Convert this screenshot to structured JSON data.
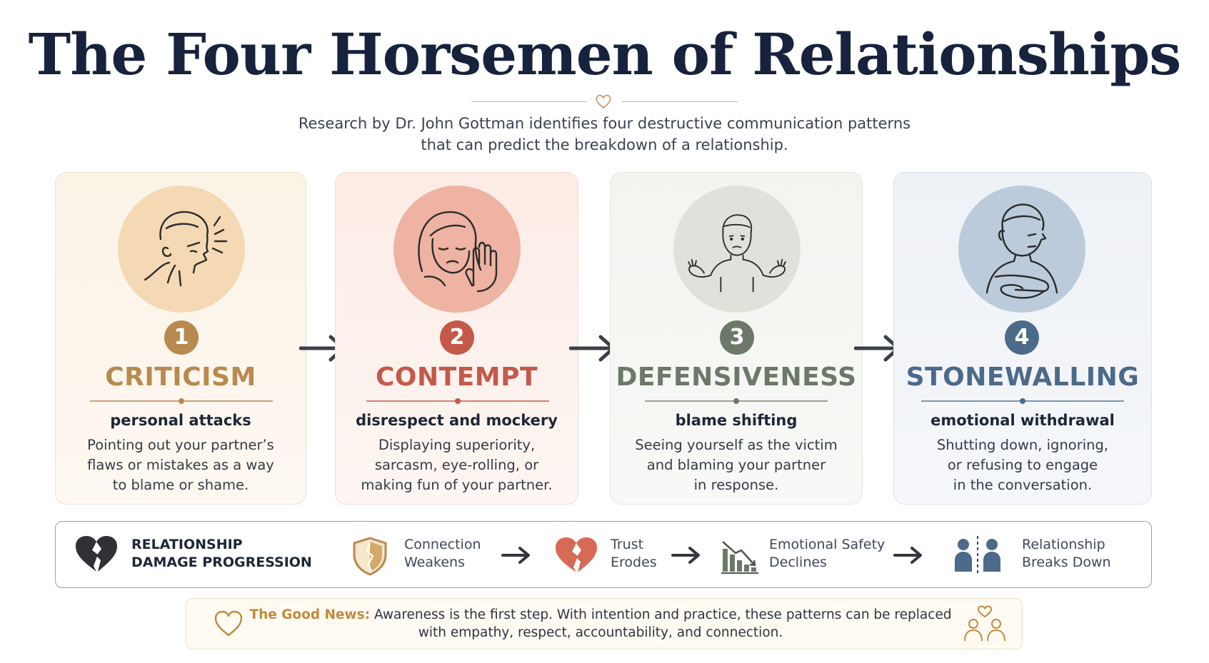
{
  "header": {
    "title": "The Four Horsemen of Relationships",
    "subtitle_line1": "Research by Dr. John Gottman identifies four destructive communication patterns",
    "subtitle_line2": "that can predict the breakdown of a relationship."
  },
  "horsemen": [
    {
      "number": "1",
      "name": "CRITICISM",
      "subtitle": "personal attacks",
      "desc_lines": [
        "Pointing out your partner’s",
        "flaws or mistakes as a way",
        "to blame or shame."
      ],
      "icon": "angry-man-icon",
      "color": "#b88a4f"
    },
    {
      "number": "2",
      "name": "CONTEMPT",
      "subtitle": "disrespect and mockery",
      "desc_lines": [
        "Displaying superiority,",
        "sarcasm, eye-rolling, or",
        "making fun of your partner."
      ],
      "icon": "dismissive-woman-icon",
      "color": "#c4594a"
    },
    {
      "number": "3",
      "name": "DEFENSIVENESS",
      "subtitle": "blame shifting",
      "desc_lines": [
        "Seeing yourself as the victim",
        "and blaming your partner",
        "in response."
      ],
      "icon": "shrugging-man-icon",
      "color": "#6c7868"
    },
    {
      "number": "4",
      "name": "STONEWALLING",
      "subtitle": "emotional withdrawal",
      "desc_lines": [
        "Shutting down, ignoring,",
        "or refusing to engage",
        "in the conversation."
      ],
      "icon": "arms-crossed-man-icon",
      "color": "#4c6a8a"
    }
  ],
  "progression": {
    "heading_line1": "RELATIONSHIP",
    "heading_line2": "DAMAGE PROGRESSION",
    "steps": [
      {
        "line1": "Connection",
        "line2": "Weakens",
        "icon": "cracked-shield-icon"
      },
      {
        "line1": "Trust",
        "line2": "Erodes",
        "icon": "broken-heart-icon"
      },
      {
        "line1": "Emotional Safety",
        "line2": "Declines",
        "icon": "declining-chart-icon"
      },
      {
        "line1": "Relationship",
        "line2": "Breaks Down",
        "icon": "separated-people-icon"
      }
    ]
  },
  "good_news": {
    "lead": "The Good News:",
    "text_line1": " Awareness is the first step. With intention and practice, these patterns can be replaced",
    "text_line2": "with empathy, respect, accountability, and connection."
  },
  "colors": {
    "title": "#17233d",
    "criticism": "#b88a4f",
    "contempt": "#c4594a",
    "defensiveness": "#6c7868",
    "stonewalling": "#4c6a8a",
    "good_news_accent": "#c08a3e"
  }
}
